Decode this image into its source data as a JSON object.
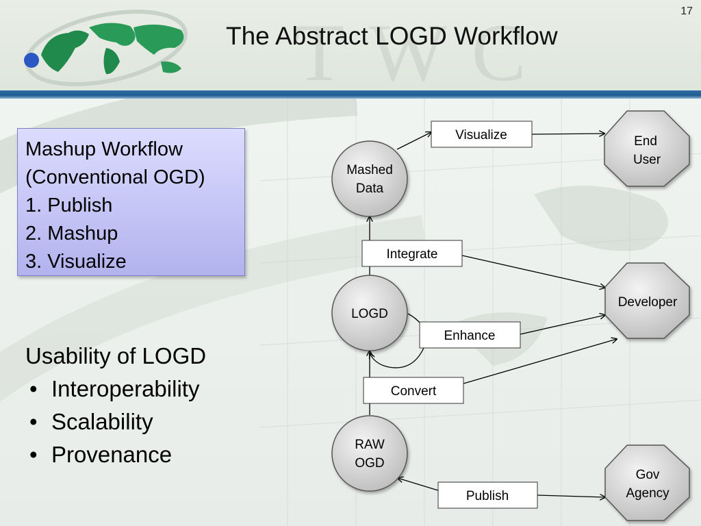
{
  "slide": {
    "title": "The Abstract LOGD Workflow",
    "page_number": "17",
    "watermark": "TWC"
  },
  "mashup_box": {
    "lines": [
      "Mashup Workflow",
      "(Conventional OGD)",
      "1. Publish",
      "2. Mashup",
      "3. Visualize"
    ]
  },
  "usability": {
    "heading": "Usability of LOGD",
    "bullet": "•",
    "items": [
      "Interoperability",
      "Scalability",
      "Provenance"
    ]
  },
  "diagram": {
    "circles": [
      {
        "id": "mashed",
        "lines": [
          "Mashed",
          "Data"
        ]
      },
      {
        "id": "logd",
        "lines": [
          "LOGD"
        ]
      },
      {
        "id": "raw",
        "lines": [
          "RAW",
          "OGD"
        ]
      }
    ],
    "actors": [
      {
        "id": "enduser",
        "lines": [
          "End",
          "User"
        ]
      },
      {
        "id": "developer",
        "lines": [
          "Developer"
        ]
      },
      {
        "id": "gov",
        "lines": [
          "Gov",
          "Agency"
        ]
      }
    ],
    "steps": [
      {
        "id": "visualize",
        "label": "Visualize"
      },
      {
        "id": "integrate",
        "label": "Integrate"
      },
      {
        "id": "enhance",
        "label": "Enhance"
      },
      {
        "id": "convert",
        "label": "Convert"
      },
      {
        "id": "publish",
        "label": "Publish"
      }
    ]
  },
  "colors": {
    "header_bar": "#2f6fa6",
    "mashup_box_top": "#dcdcff",
    "mashup_box_bottom": "#b2b2ee",
    "node_fill": "#d0d0d0",
    "node_stroke": "#555555"
  }
}
